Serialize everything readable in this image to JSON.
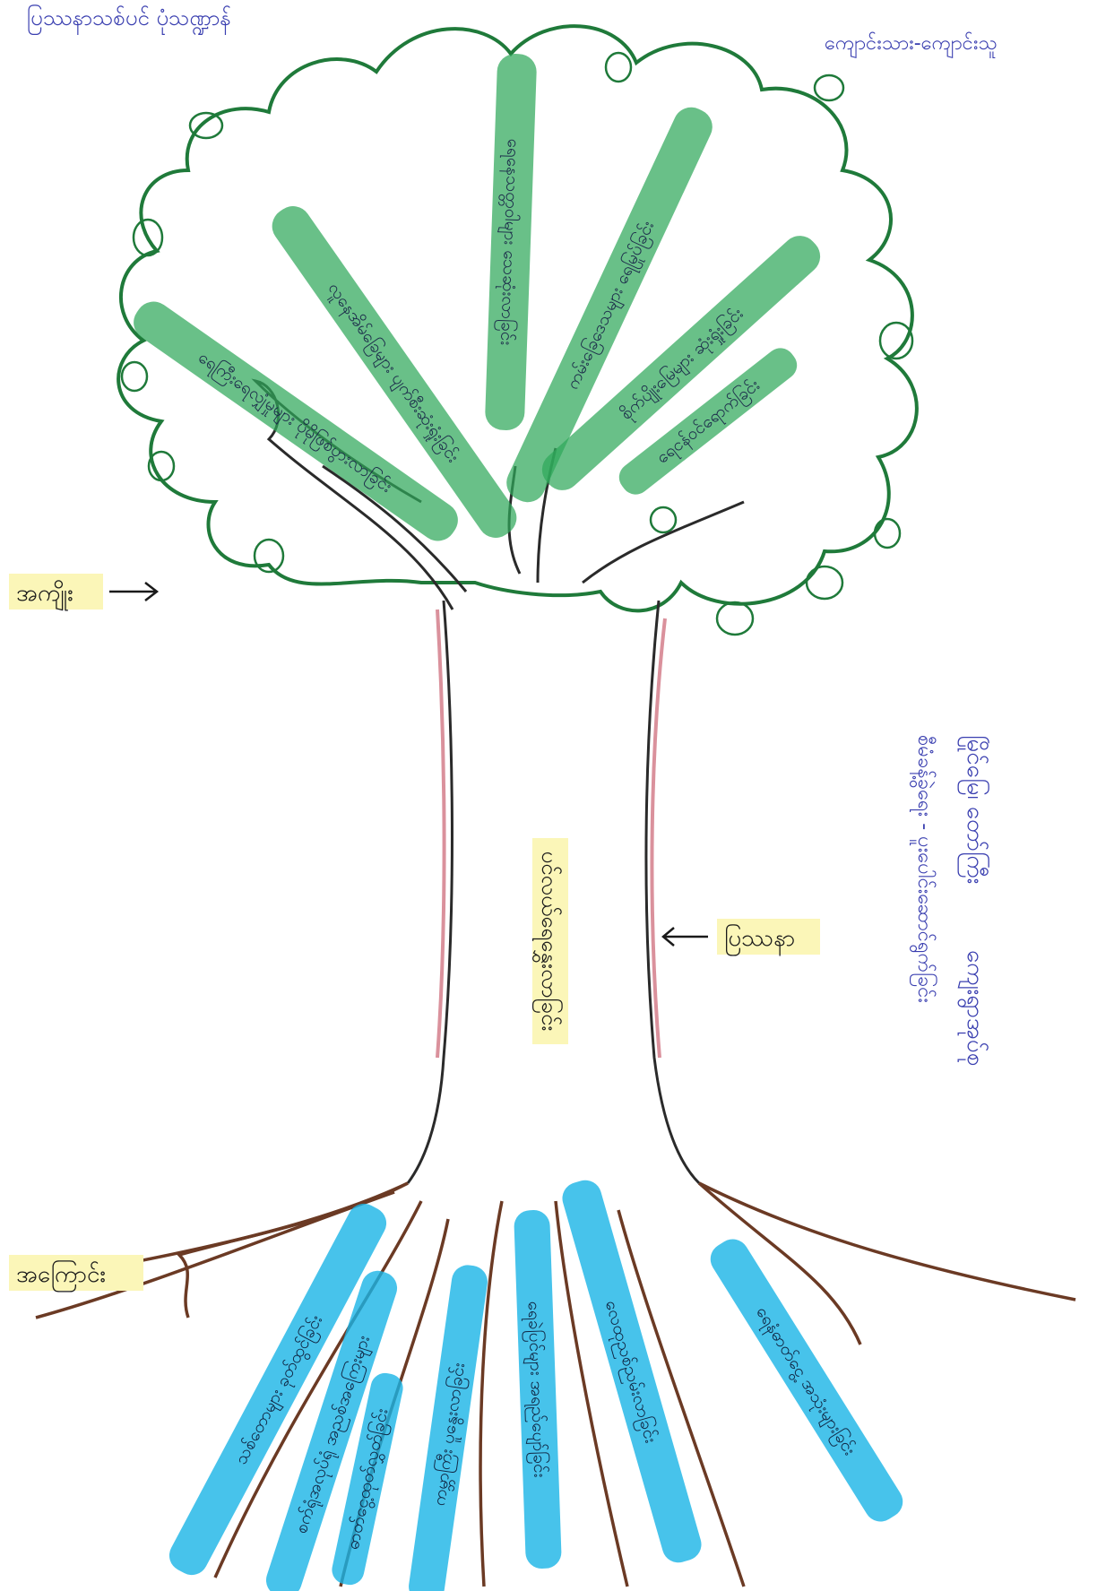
{
  "header": {
    "left_text": "ပြဿနာသစ်ပင် ပုံသဏ္ဍာန်",
    "right_text": "ကျောင်းသား-ကျောင်းသူ"
  },
  "labels": {
    "branches": "အကျိုး",
    "problem": "ပြဿနာ",
    "roots": "အကြောင်း",
    "trunk_text": "ပင်လယ်ရေနွှေးလာခြင်း"
  },
  "branches": [
    "ရေကြီးရေလျှံမှုများ ပိုမိုဖြစ်ပွားလာခြင်း",
    "လူနေအိမ်ခြေများ ပျက်စီးဆုံးရှုံးခြင်း",
    "ရေနေသတ္တဝါများ သေဆုံးလာခြင်း",
    "ကမ်းခြေဒေသများ ရေမြုပ်ခြင်း",
    "စိုက်ပျိုးမြေများ ဆုံးရှုံးခြင်း",
    "ရေငန်ဝင်ရောက်ခြင်း"
  ],
  "roots": [
    "သစ်တောများ ခုတ်ထွင်ခြင်း",
    "စက်ရုံအလုပ်ရုံ အညစ်အကြေးများ",
    "ဓာတ်ငွေ့ထုတ်လွှတ်ခြင်း",
    "ကမ္ဘာကြီး ပူနွေးလာခြင်း",
    "ရေခဲပြင်များ အရည်ပျော်ခြင်း",
    "လေထုညစ်ညမ်းလာခြင်း",
    "ရေနံဓာတ်ငွေ့ အသုံးများခြင်း"
  ],
  "note": {
    "line1": "မြိုင်မြေ၊ တော်ကြီး",
    "line2": "ကျေးရွာအုပ်စု",
    "line3": "စီမံခန့်ခွဲရေး - ပူးပေါင်းဆောင်ရွက်ခြင်း"
  },
  "colors": {
    "leaf_green": "#2fa85a",
    "root_blue": "#19b4e6",
    "outline_green": "#1f7a3a",
    "bark_brown": "#6b3a24",
    "trunk_red": "#c2485a",
    "label_yellow": "#fbf6b8",
    "ink_blue": "#3a3fb0"
  }
}
